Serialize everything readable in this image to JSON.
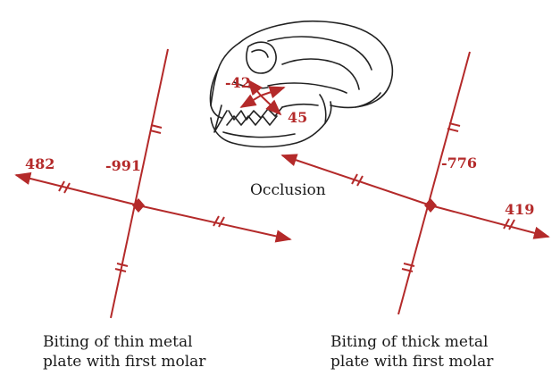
{
  "colors": {
    "strain": "#b42a2a",
    "ink": "#1a1a1a"
  },
  "panels": {
    "occlusion": {
      "caption": "Occlusion",
      "value_a": "-42",
      "value_b": "45"
    },
    "thin_plate": {
      "caption_line1": "Biting of thin metal",
      "caption_line2": "plate with first molar",
      "principal_max": "482",
      "principal_min": "-991"
    },
    "thick_plate": {
      "caption_line1": "Biting of thick metal",
      "caption_line2": "plate with first molar",
      "principal_max": "419",
      "principal_min": "-776"
    }
  }
}
